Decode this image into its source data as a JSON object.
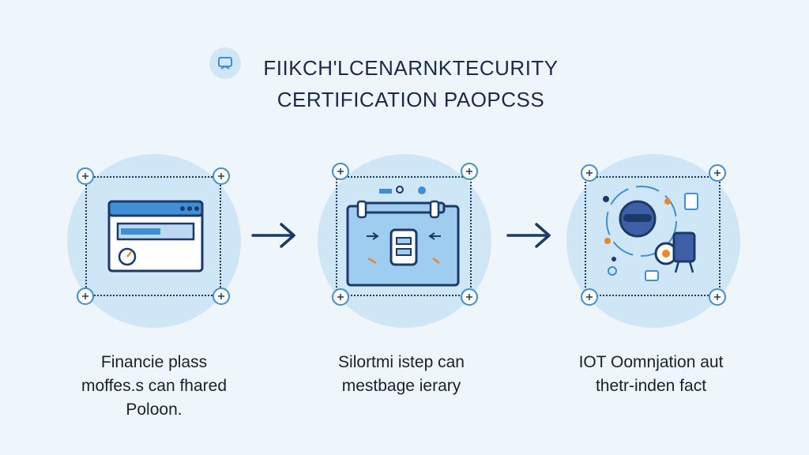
{
  "title": {
    "line1": "FIIKCH'LCENARNKTECURITY",
    "line2": "CERTIFICATION PAOPCSS",
    "icon": "certificate-icon"
  },
  "steps": [
    {
      "icon": "browser-window-icon",
      "caption_lines": [
        "Financie plass",
        "moffes.s can fhared",
        "Poloon."
      ]
    },
    {
      "icon": "safe-vault-icon",
      "caption_lines": [
        "Silortmi istep can",
        "mestbage ierary"
      ]
    },
    {
      "icon": "iot-network-icon",
      "caption_lines": [
        "IOT Oomnjation aut",
        "thetr-inden fact"
      ]
    }
  ],
  "arrows": [
    "right-arrow-icon",
    "right-arrow-icon"
  ],
  "colors": {
    "background": "#eef5fb",
    "circle": "#cfe6f7",
    "dark": "#1b3a68",
    "accent": "#3f8fd6",
    "orange": "#e8892b"
  }
}
